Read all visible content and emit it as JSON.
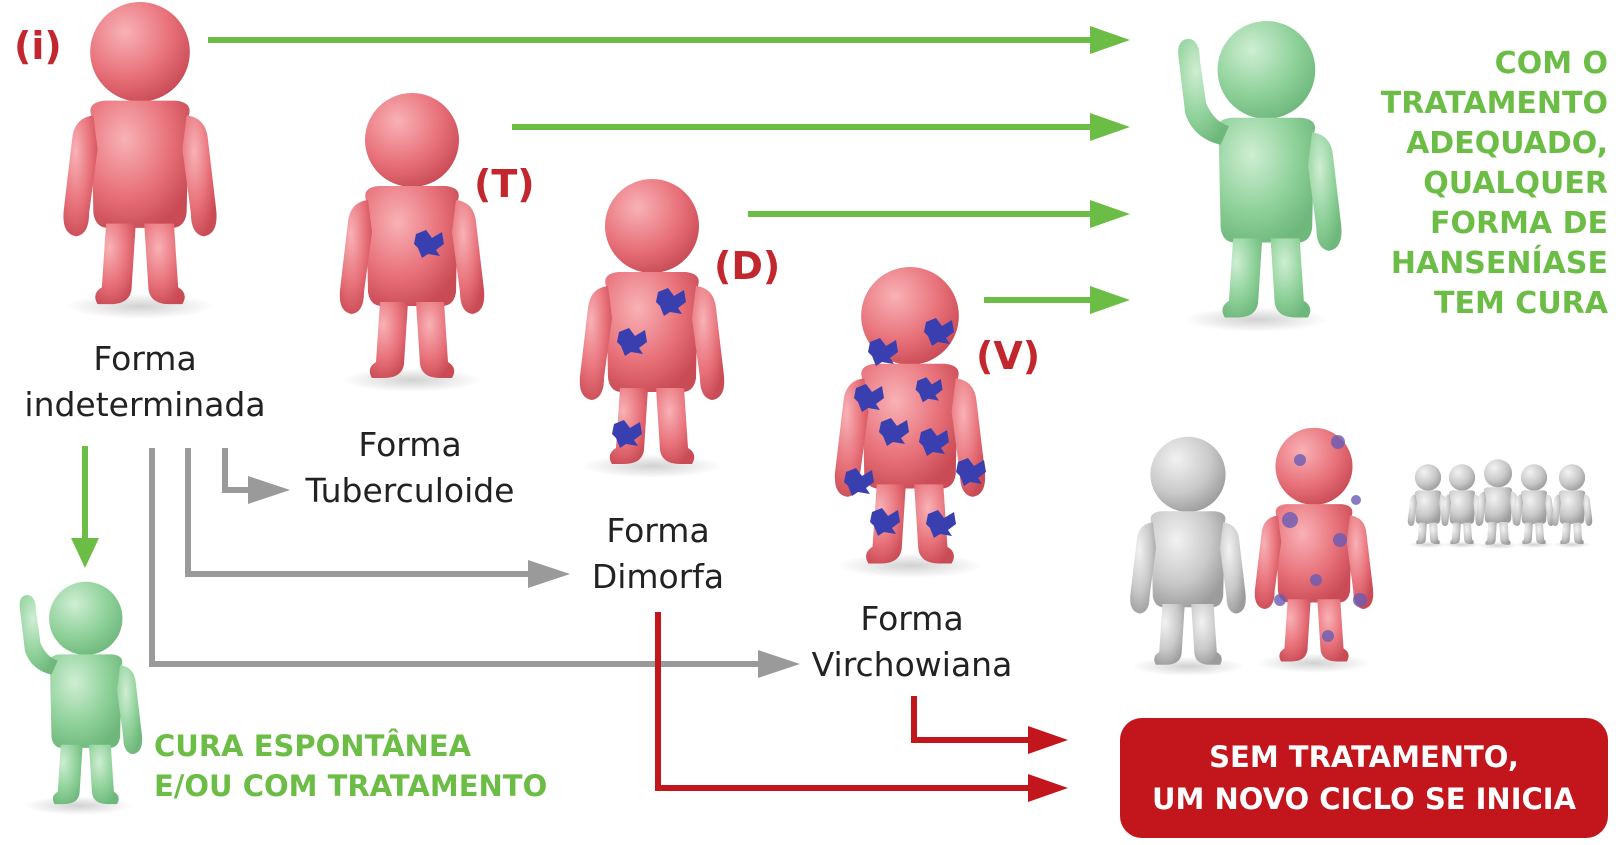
{
  "stages": {
    "indeterminada": {
      "tag": "(i)",
      "line1": "Forma",
      "line2": "indeterminada"
    },
    "tuberculoide": {
      "tag": "(T)",
      "line1": "Forma",
      "line2": "Tuberculoide"
    },
    "dimorfa": {
      "tag": "(D)",
      "line1": "Forma",
      "line2": "Dimorfa"
    },
    "virchowiana": {
      "tag": "(V)",
      "line1": "Forma",
      "line2": "Virchowiana"
    }
  },
  "cure_message": [
    "COM O",
    "TRATAMENTO",
    "ADEQUADO,",
    "QUALQUER",
    "FORMA DE",
    "HANSENÍASE",
    "TEM CURA"
  ],
  "spontaneous_cure": {
    "line1": "CURA ESPONTÂNEA",
    "line2": "E/OU COM TRATAMENTO"
  },
  "no_treatment": {
    "line1": "SEM TRATAMENTO,",
    "line2": "UM NOVO CICLO SE INICIA"
  },
  "colors": {
    "red": "#e8717a",
    "green": "#8fd19a",
    "gray": "#c4c4c4",
    "arrow_green": "#6cbd45",
    "arrow_gray": "#9a9a9a",
    "arrow_red": "#c3151c",
    "lesion": "#3a3fb0"
  }
}
